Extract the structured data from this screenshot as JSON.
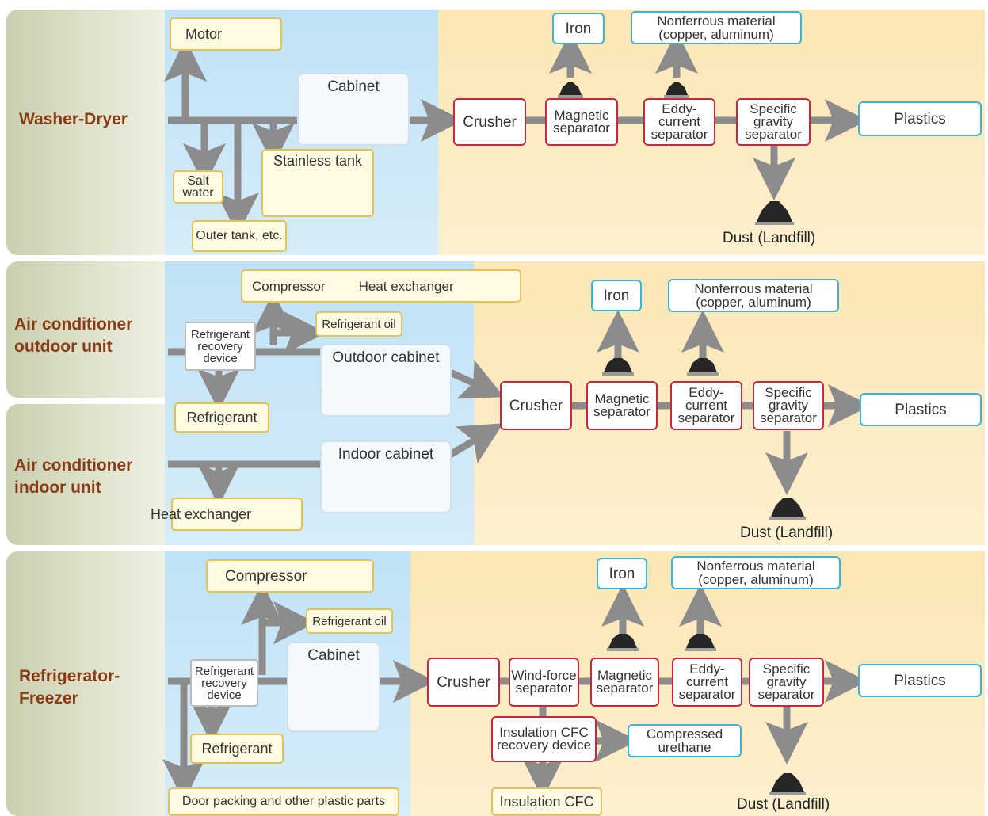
{
  "rows": {
    "washer": {
      "label": "Washer-Dryer",
      "motor": "Motor",
      "cabinet": "Cabinet",
      "salt_water": "Salt water",
      "stainless_tank": "Stainless tank",
      "outer_tank": "Outer tank, etc.",
      "crusher": "Crusher",
      "magnetic": "Magnetic separator",
      "eddy": "Eddy-current separator",
      "gravity": "Specific gravity separator",
      "iron": "Iron",
      "nonferrous": "Nonferrous material (copper, aluminum)",
      "plastics": "Plastics",
      "dust": "Dust (Landfill)"
    },
    "aircon": {
      "outdoor_label": "Air conditioner outdoor unit",
      "indoor_label": "Air conditioner indoor unit",
      "compressor_heat": "Compressor",
      "heat_exchanger_top": "Heat exchanger",
      "refrigerant_oil": "Refrigerant oil",
      "recovery": "Refrigerant recovery device",
      "refrigerant": "Refrigerant",
      "outdoor_cabinet": "Outdoor cabinet",
      "indoor_cabinet": "Indoor cabinet",
      "heat_exchanger": "Heat exchanger",
      "crusher": "Crusher",
      "magnetic": "Magnetic separator",
      "eddy": "Eddy-current separator",
      "gravity": "Specific gravity separator",
      "iron": "Iron",
      "nonferrous": "Nonferrous material (copper, aluminum)",
      "plastics": "Plastics",
      "dust": "Dust (Landfill)"
    },
    "fridge": {
      "label": "Refrigerator-Freezer",
      "compressor": "Compressor",
      "refrigerant_oil": "Refrigerant oil",
      "recovery": "Refrigerant recovery device",
      "cabinet": "Cabinet",
      "refrigerant": "Refrigerant",
      "door_packing": "Door packing and other plastic parts",
      "crusher": "Crusher",
      "wind": "Wind-force separator",
      "magnetic": "Magnetic separator",
      "eddy": "Eddy-current separator",
      "gravity": "Specific gravity separator",
      "insulation_device": "Insulation CFC recovery device",
      "compressed_urethane": "Compressed urethane",
      "insulation_cfc": "Insulation CFC",
      "iron": "Iron",
      "nonferrous": "Nonferrous material (copper, aluminum)",
      "plastics": "Plastics",
      "dust": "Dust (Landfill)"
    }
  },
  "colors": {
    "row_label": "#8a3b14",
    "process_border": "#c8283c",
    "output_border": "#3db4d6",
    "component_border": "#e0c35a",
    "arrow": "#8c8c8c"
  }
}
